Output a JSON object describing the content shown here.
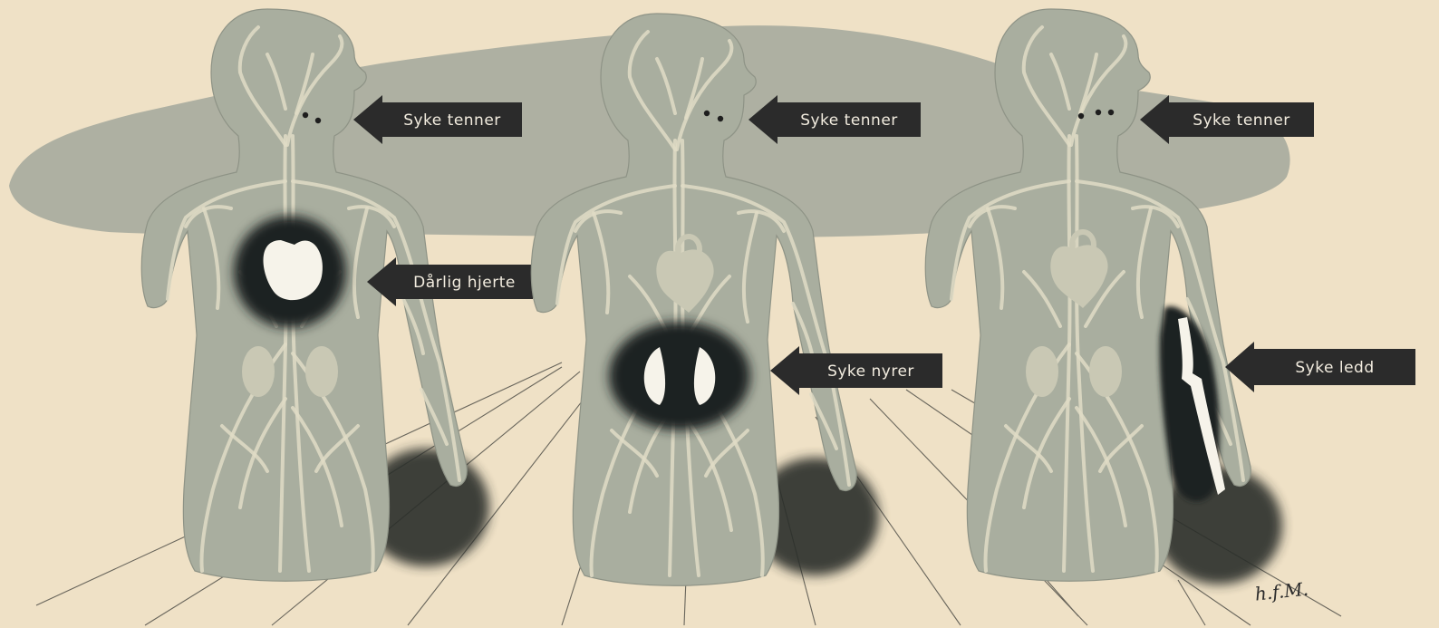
{
  "colors": {
    "paper": "#efe1c6",
    "cloud": "#aeb0a2",
    "body": "#a9ae9f",
    "vessel": "#e0dcc6",
    "organ": "#c9c8b4",
    "infection": "#1f2422",
    "arrow": "#2b2b2b",
    "arrow_text": "#f2ecdf"
  },
  "figures": [
    {
      "labels": [
        {
          "text": "Syke tenner",
          "target": "teeth"
        },
        {
          "text": "Dårlig hjerte",
          "target": "heart"
        }
      ]
    },
    {
      "labels": [
        {
          "text": "Syke tenner",
          "target": "teeth"
        },
        {
          "text": "Syke nyrer",
          "target": "kidneys"
        }
      ]
    },
    {
      "labels": [
        {
          "text": "Syke tenner",
          "target": "teeth"
        },
        {
          "text": "Syke ledd",
          "target": "joint"
        }
      ]
    }
  ],
  "signature": "h.f.M."
}
